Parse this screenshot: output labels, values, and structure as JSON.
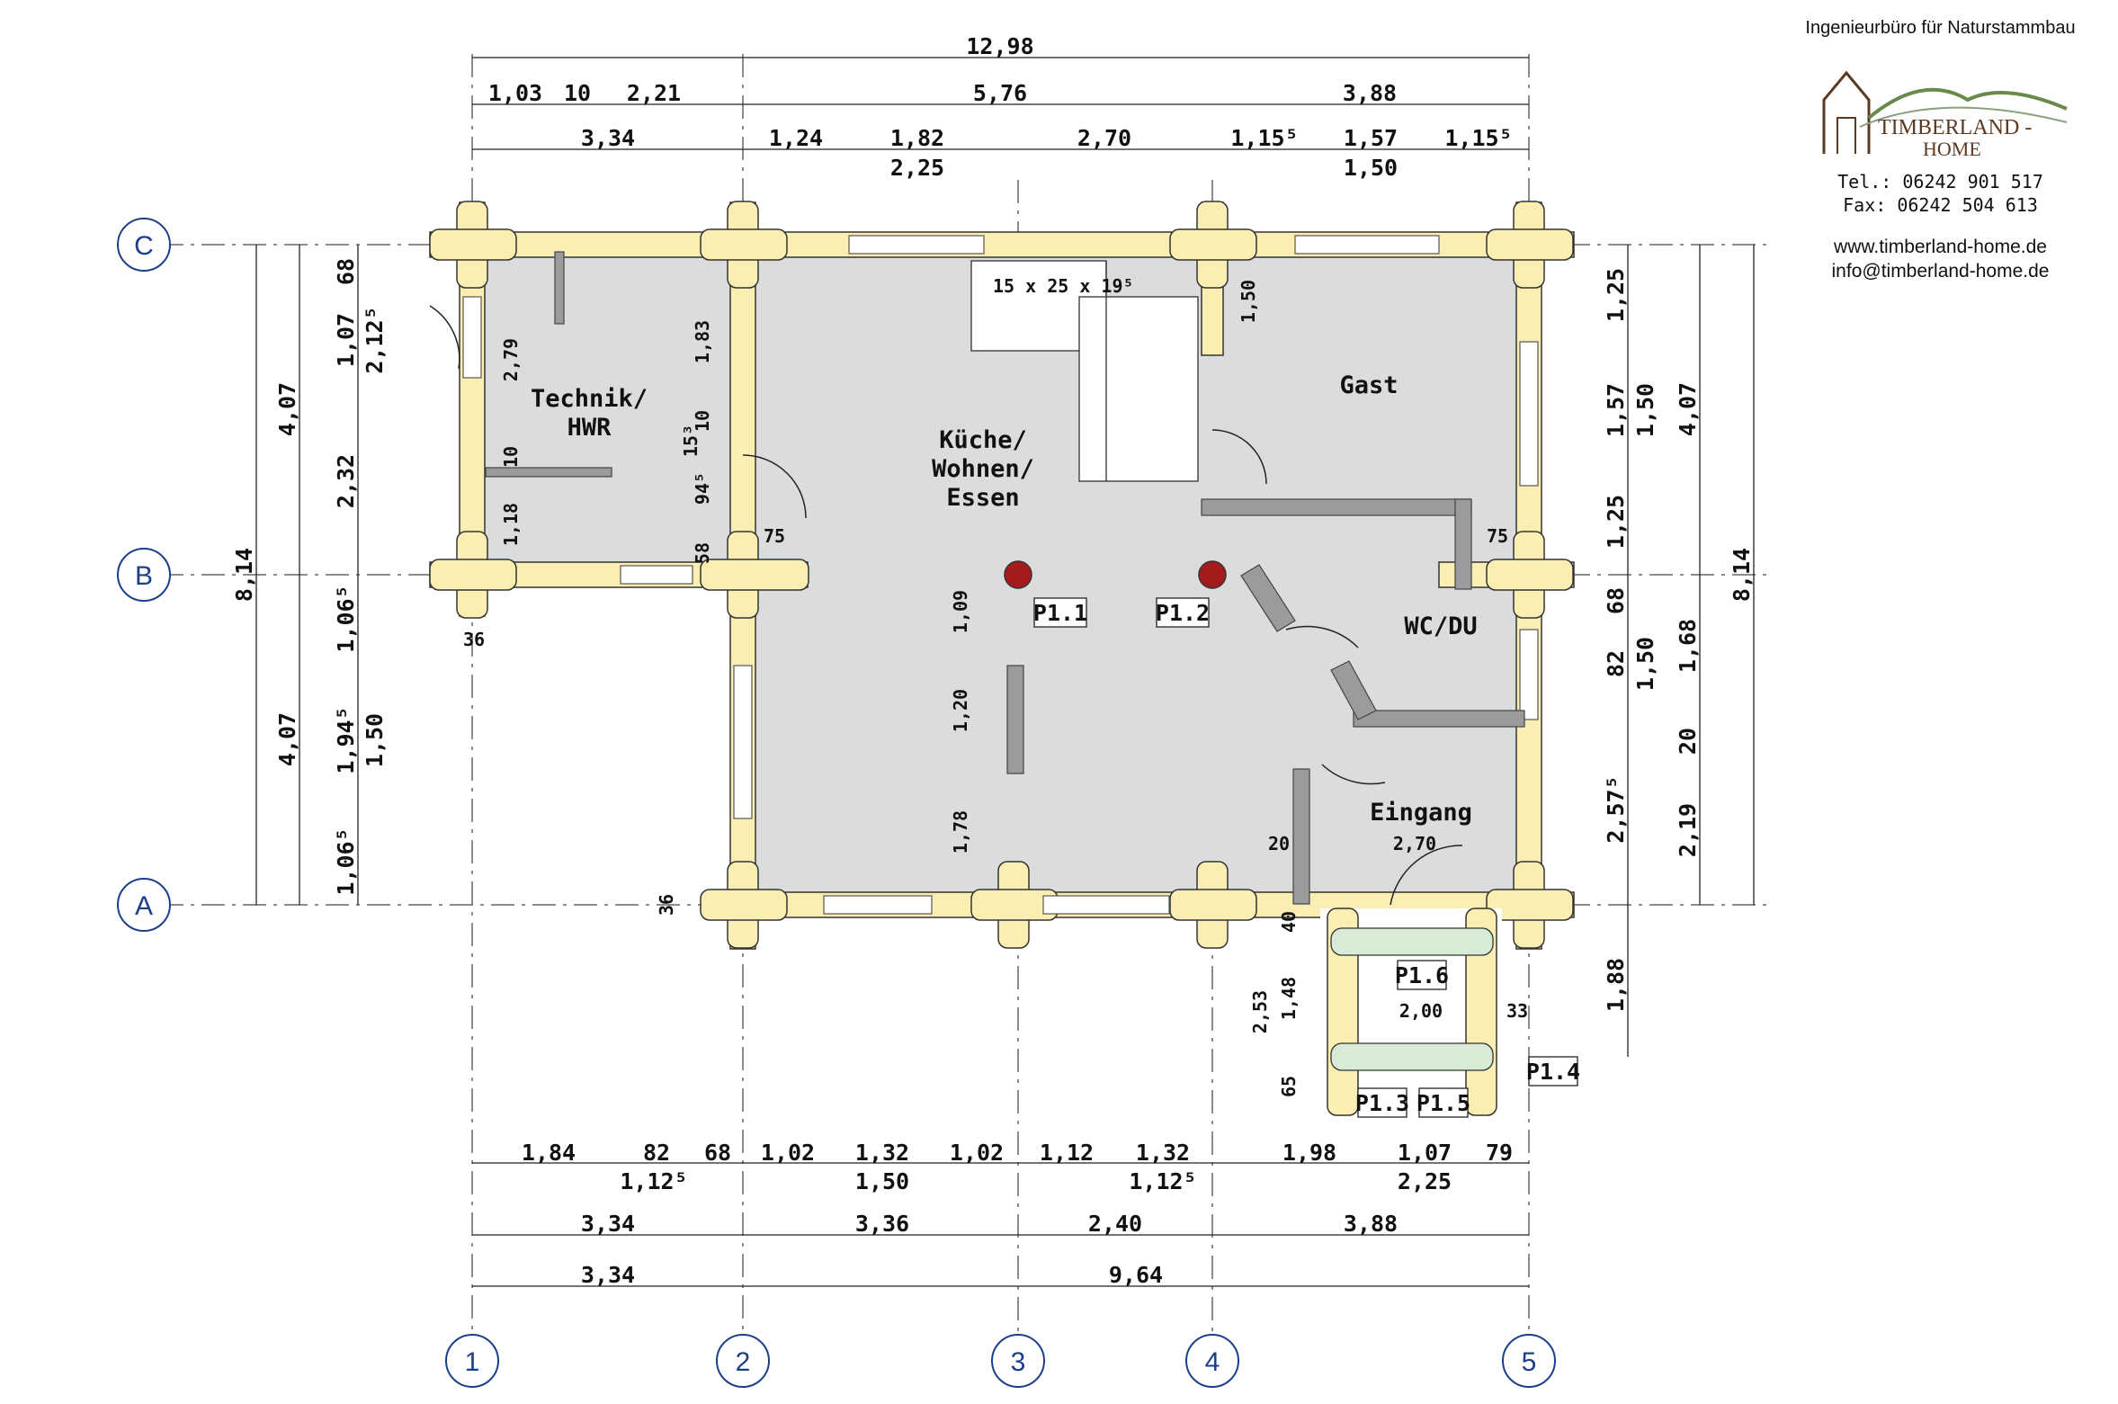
{
  "company": {
    "name": "Ingenieurbüro für Naturstammbau",
    "logo_line1": "TIMBERLAND -",
    "logo_line2": "HOME",
    "tel": "Tel.:  06242 901 517",
    "fax": "Fax:  06242 504 613",
    "web": "www.timberland-home.de",
    "email": "info@timberland-home.de"
  },
  "axes": {
    "rows": [
      "C",
      "B",
      "A"
    ],
    "cols": [
      "1",
      "2",
      "3",
      "4",
      "5"
    ]
  },
  "rooms": {
    "technik_l1": "Technik/",
    "technik_l2": "HWR",
    "kueche_l1": "Küche/",
    "kueche_l2": "Wohnen/",
    "kueche_l3": "Essen",
    "gast": "Gast",
    "wcdu": "WC/DU",
    "eingang": "Eingang",
    "stair_note": "15 x 25 x 19⁵"
  },
  "posts": [
    "P1.1",
    "P1.2",
    "P1.3",
    "P1.4",
    "P1.5",
    "P1.6"
  ],
  "top_dims": {
    "overall": "12,98",
    "r2": [
      "1,03",
      "10",
      "2,21",
      "5,76",
      "3,88"
    ],
    "r3": [
      "3,34",
      "1,24",
      "1,82",
      "2,70",
      "1,15⁵",
      "1,57",
      "1,15⁵"
    ],
    "r3b": [
      "2,25",
      "1,50"
    ]
  },
  "bottom_dims": {
    "r1": [
      "1,84",
      "82",
      "68",
      "1,02",
      "1,32",
      "1,02",
      "1,12",
      "1,32",
      "1,98",
      "1,07",
      "79"
    ],
    "r1b": [
      "1,12⁵",
      "1,50",
      "1,12⁵",
      "2,25"
    ],
    "r2": [
      "3,34",
      "3,36",
      "2,40",
      "3,88"
    ],
    "r3": [
      "3,34",
      "9,64"
    ]
  },
  "left_dims": {
    "overall": "8,14",
    "r2": [
      "4,07",
      "4,07"
    ],
    "r3": [
      "68",
      "1,07",
      "2,32",
      "1,06⁵",
      "1,94⁵",
      "1,06⁵"
    ],
    "r4": [
      "2,12⁵",
      "1,50"
    ]
  },
  "right_dims": {
    "overall": "8,14",
    "r3": [
      "4,07",
      "1,68",
      "20",
      "2,19"
    ],
    "r2": [
      "1,25",
      "1,57",
      "1,25",
      "68",
      "82",
      "2,57⁵",
      "1,88"
    ],
    "r2b": [
      "1,50",
      "1,50"
    ]
  },
  "inner_dims": [
    "2,79",
    "1,83",
    "10",
    "10",
    "15³",
    "94⁵",
    "1,18",
    "58",
    "75",
    "75",
    "1,50",
    "1,09",
    "1,20",
    "1,78",
    "36",
    "36",
    "20",
    "2,70",
    "40",
    "1,48",
    "2,53",
    "2,00",
    "33",
    "65"
  ]
}
